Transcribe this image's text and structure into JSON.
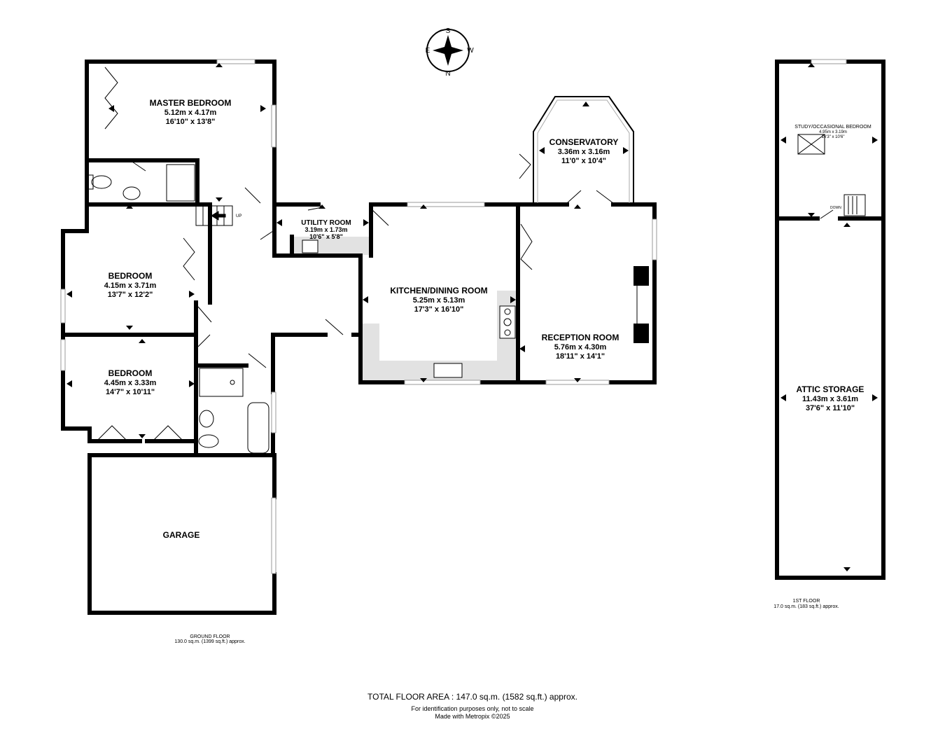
{
  "compass": {
    "n": "N",
    "s": "S",
    "e": "E",
    "w": "W"
  },
  "ground_floor": {
    "rooms": {
      "master_bedroom": {
        "name": "MASTER BEDROOM",
        "metric": "5.12m  x 4.17m",
        "imperial": "16'10\"  x 13'8\""
      },
      "bedroom_1": {
        "name": "BEDROOM",
        "metric": "4.15m  x 3.71m",
        "imperial": "13'7\"  x 12'2\""
      },
      "bedroom_2": {
        "name": "BEDROOM",
        "metric": "4.45m  x 3.33m",
        "imperial": "14'7\"  x 10'11\""
      },
      "utility_room": {
        "name": "UTILITY ROOM",
        "metric": "3.19m  x 1.73m",
        "imperial": "10'6\"  x 5'8\""
      },
      "kitchen": {
        "name": "KITCHEN/DINING ROOM",
        "metric": "5.25m  x 5.13m",
        "imperial": "17'3\"  x 16'10\""
      },
      "conservatory": {
        "name": "CONSERVATORY",
        "metric": "3.36m  x 3.16m",
        "imperial": "11'0\"  x 10'4\""
      },
      "reception_room": {
        "name": "RECEPTION ROOM",
        "metric": "5.76m  x 4.30m",
        "imperial": "18'11\"  x 14'1\""
      },
      "garage": {
        "name": "GARAGE"
      }
    },
    "stair_label": "UP",
    "label": "GROUND FLOOR",
    "area": "130.0 sq.m. (1399 sq.ft.) approx."
  },
  "first_floor": {
    "rooms": {
      "study": {
        "name": "STUDY/OCCASIONAL BEDROOM",
        "metric": "4.95m  x 3.19m",
        "imperial": "16'3\"  x 10'6\""
      },
      "attic": {
        "name": "ATTIC STORAGE",
        "metric": "11.43m  x 3.61m",
        "imperial": "37'6\"  x 11'10\""
      }
    },
    "stair_label": "DOWN",
    "label": "1ST FLOOR",
    "area": "17.0 sq.m. (183 sq.ft.) approx."
  },
  "footer": {
    "total": "TOTAL FLOOR AREA : 147.0 sq.m. (1582 sq.ft.) approx.",
    "disclaimer": "For identification purposes only, not to scale",
    "credit": "Made with Metropix ©2025"
  }
}
